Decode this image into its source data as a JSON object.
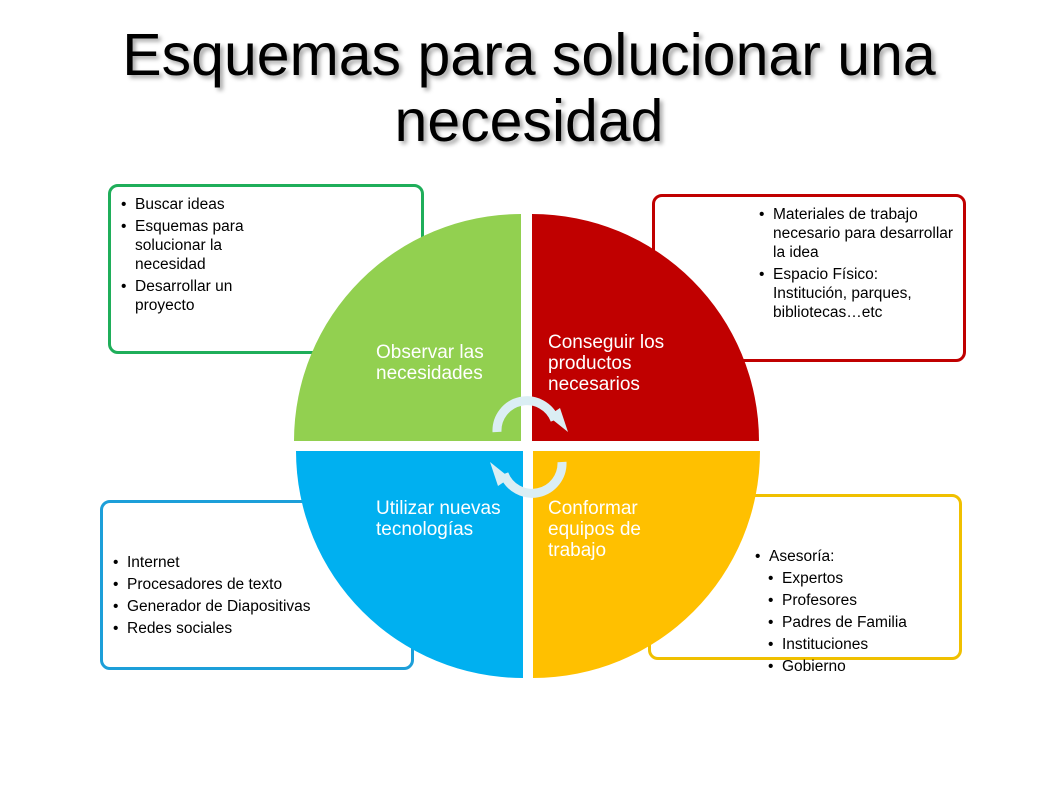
{
  "title": "Esquemas para solucionar  una necesidad",
  "quadrants": {
    "top_left": {
      "label": "Observar las necesidades",
      "color": "#92d050"
    },
    "top_right": {
      "label": "Conseguir los productos necesarios",
      "color": "#c00000"
    },
    "bottom_left": {
      "label": "Utilizar nuevas tecnologías",
      "color": "#00b0f0"
    },
    "bottom_right": {
      "label": "Conformar equipos de trabajo",
      "color": "#ffc000"
    }
  },
  "boxes": {
    "top_left": {
      "border_color": "#1fae5a",
      "items": [
        "Buscar ideas",
        "Esquemas para solucionar la necesidad",
        "Desarrollar un proyecto"
      ]
    },
    "top_right": {
      "border_color": "#c00000",
      "items": [
        "Materiales de trabajo necesario para desarrollar la idea",
        "Espacio Físico: Institución, parques, bibliotecas…etc"
      ]
    },
    "bottom_left": {
      "border_color": "#1d9fd9",
      "items": [
        "Internet",
        "Procesadores de texto",
        "Generador de Diapositivas",
        "Redes sociales"
      ]
    },
    "bottom_right": {
      "border_color": "#f0c000",
      "heading": "Asesoría:",
      "items": [
        "Expertos",
        "Profesores",
        "Padres de Familia",
        "Instituciones",
        "Gobierno"
      ]
    }
  },
  "cycle_arrow_color": "#dbeef4"
}
